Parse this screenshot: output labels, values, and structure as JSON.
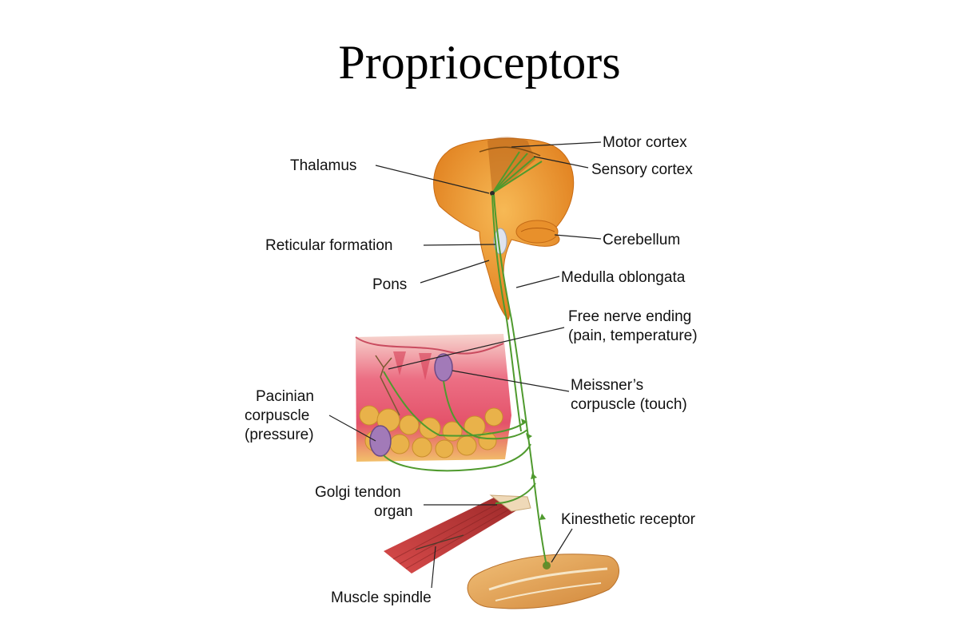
{
  "title": "Proprioceptors",
  "labels": {
    "motor_cortex": "Motor cortex",
    "sensory_cortex": "Sensory cortex",
    "thalamus": "Thalamus",
    "reticular_formation": "Reticular formation",
    "cerebellum": "Cerebellum",
    "pons": "Pons",
    "medulla": "Medulla oblongata",
    "free_nerve_1": "Free nerve ending",
    "free_nerve_2": "(pain, temperature)",
    "meissner_1": "Meissner’s",
    "meissner_2": "corpuscle (touch)",
    "pacinian_1": "Pacinian",
    "pacinian_2": "corpuscle",
    "pacinian_3": "(pressure)",
    "golgi_1": "Golgi tendon",
    "golgi_2": "organ",
    "kinesthetic": "Kinesthetic receptor",
    "spindle": "Muscle spindle"
  },
  "colors": {
    "brain": "#f0a23a",
    "brain_dark": "#d97d1c",
    "nerve": "#4f9a2e",
    "skin_pink": "#e8677a",
    "fat": "#e9b24a",
    "corpuscle": "#a27ab8",
    "muscle": "#c23a3a"
  }
}
